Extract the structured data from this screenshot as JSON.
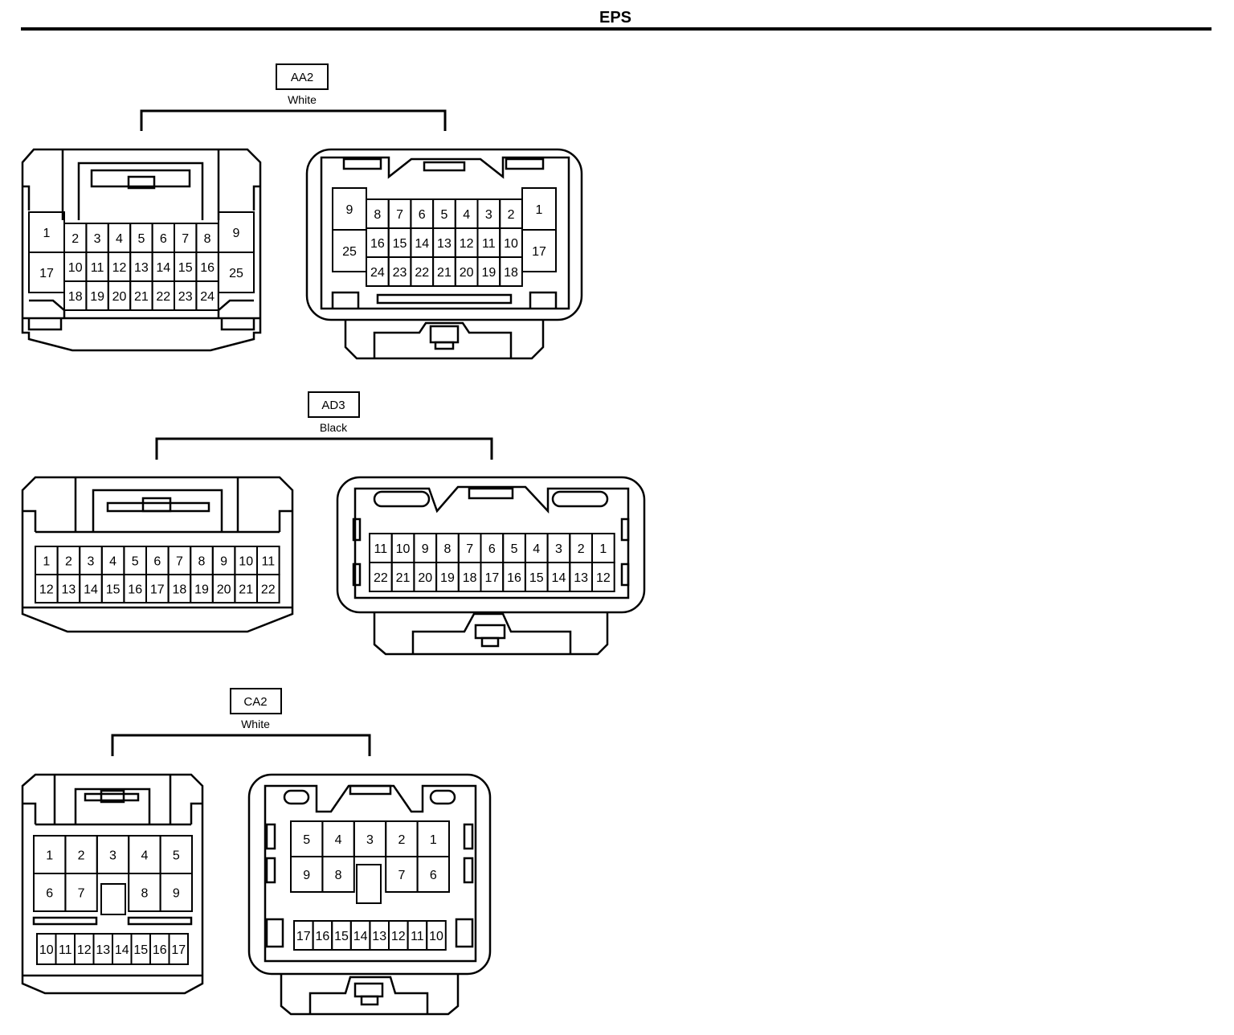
{
  "page": {
    "title": "EPS"
  },
  "connectors": [
    {
      "id": "AA2",
      "color": "White",
      "left_pins": {
        "left_block": [
          "1",
          "17"
        ],
        "right_block": [
          "9",
          "25"
        ],
        "grid": [
          [
            "2",
            "3",
            "4",
            "5",
            "6",
            "7",
            "8"
          ],
          [
            "10",
            "11",
            "12",
            "13",
            "14",
            "15",
            "16"
          ],
          [
            "18",
            "19",
            "20",
            "21",
            "22",
            "23",
            "24"
          ]
        ]
      },
      "right_pins": {
        "left_block": [
          "9",
          "25"
        ],
        "right_block": [
          "1",
          "17"
        ],
        "grid": [
          [
            "8",
            "7",
            "6",
            "5",
            "4",
            "3",
            "2"
          ],
          [
            "16",
            "15",
            "14",
            "13",
            "12",
            "11",
            "10"
          ],
          [
            "24",
            "23",
            "22",
            "21",
            "20",
            "19",
            "18"
          ]
        ]
      }
    },
    {
      "id": "AD3",
      "color": "Black",
      "left_pins": [
        [
          "1",
          "2",
          "3",
          "4",
          "5",
          "6",
          "7",
          "8",
          "9",
          "10",
          "11"
        ],
        [
          "12",
          "13",
          "14",
          "15",
          "16",
          "17",
          "18",
          "19",
          "20",
          "21",
          "22"
        ]
      ],
      "right_pins": [
        [
          "11",
          "10",
          "9",
          "8",
          "7",
          "6",
          "5",
          "4",
          "3",
          "2",
          "1"
        ],
        [
          "22",
          "21",
          "20",
          "19",
          "18",
          "17",
          "16",
          "15",
          "14",
          "13",
          "12"
        ]
      ]
    },
    {
      "id": "CA2",
      "color": "White",
      "left_pins": {
        "row1": [
          "1",
          "2",
          "3",
          "4",
          "5"
        ],
        "row2": [
          "6",
          "7",
          "",
          "8",
          "9"
        ],
        "row3": [
          "10",
          "11",
          "12",
          "13",
          "14",
          "15",
          "16",
          "17"
        ]
      },
      "right_pins": {
        "row1": [
          "5",
          "4",
          "3",
          "2",
          "1"
        ],
        "row2": [
          "9",
          "8",
          "",
          "7",
          "6"
        ],
        "row3": [
          "17",
          "16",
          "15",
          "14",
          "13",
          "12",
          "11",
          "10"
        ]
      }
    }
  ]
}
